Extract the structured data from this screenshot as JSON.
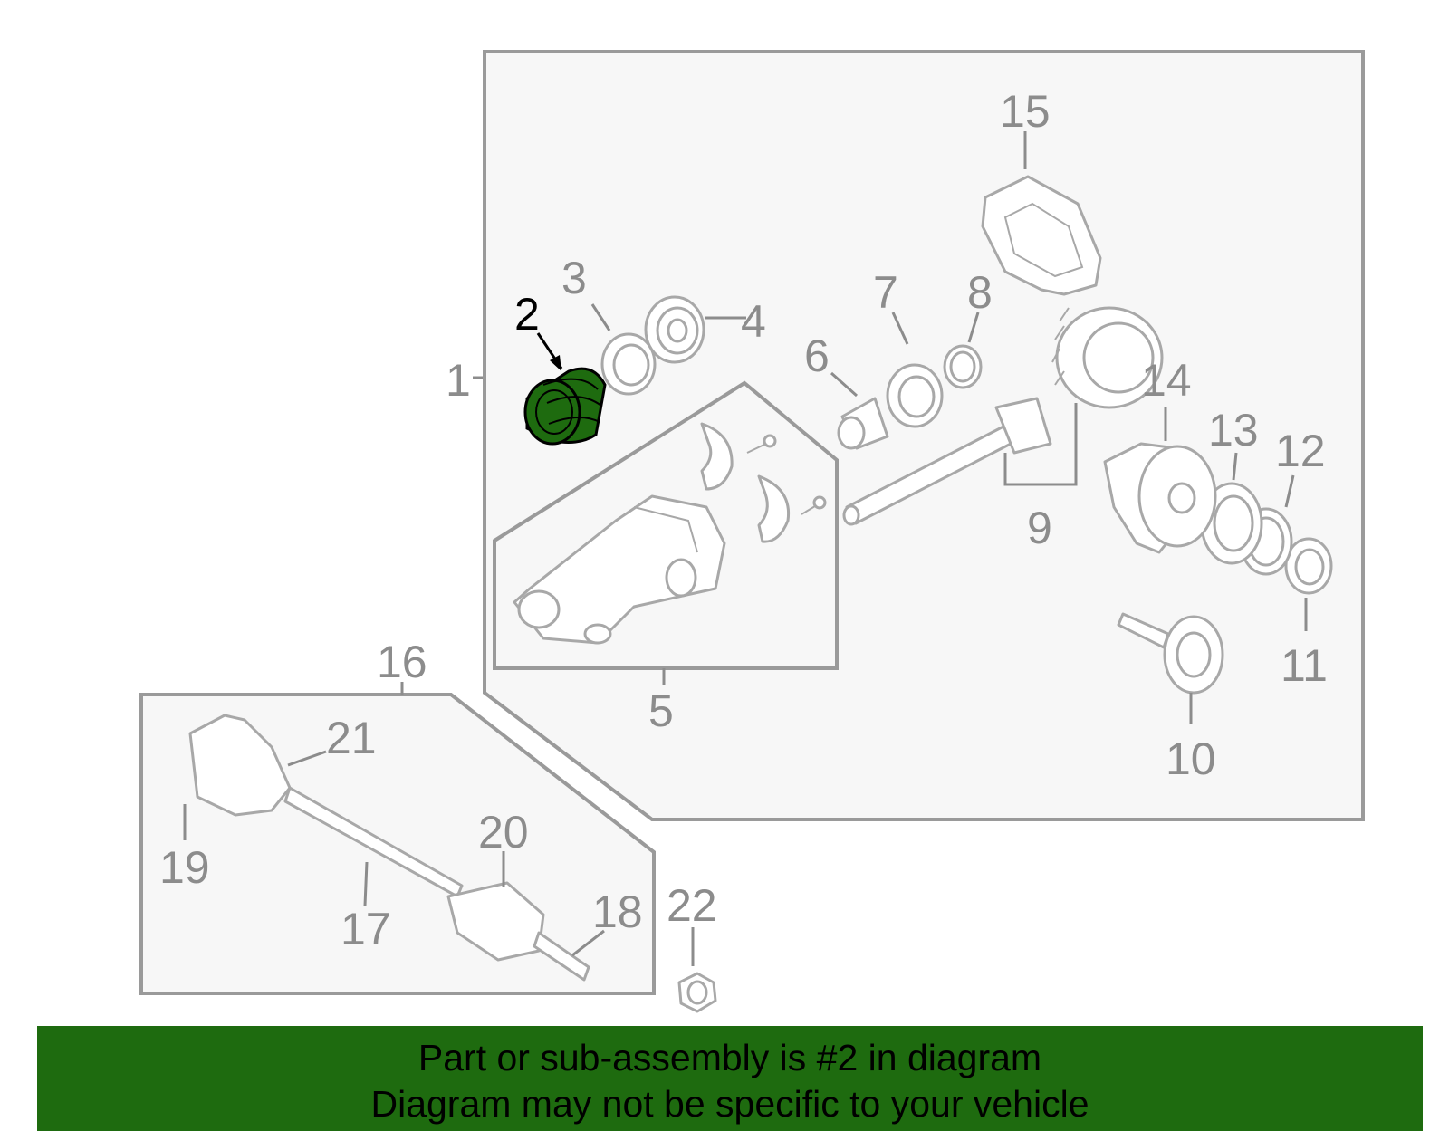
{
  "diagram": {
    "highlight_color": "#1e6b0f",
    "callouts": [
      {
        "id": "1",
        "label": "1"
      },
      {
        "id": "2",
        "label": "2",
        "highlighted": true
      },
      {
        "id": "3",
        "label": "3"
      },
      {
        "id": "4",
        "label": "4"
      },
      {
        "id": "5",
        "label": "5"
      },
      {
        "id": "6",
        "label": "6"
      },
      {
        "id": "7",
        "label": "7"
      },
      {
        "id": "8",
        "label": "8"
      },
      {
        "id": "9",
        "label": "9"
      },
      {
        "id": "10",
        "label": "10"
      },
      {
        "id": "11",
        "label": "11"
      },
      {
        "id": "12",
        "label": "12"
      },
      {
        "id": "13",
        "label": "13"
      },
      {
        "id": "14",
        "label": "14"
      },
      {
        "id": "15",
        "label": "15"
      },
      {
        "id": "16",
        "label": "16"
      },
      {
        "id": "17",
        "label": "17"
      },
      {
        "id": "18",
        "label": "18"
      },
      {
        "id": "19",
        "label": "19"
      },
      {
        "id": "20",
        "label": "20"
      },
      {
        "id": "21",
        "label": "21"
      },
      {
        "id": "22",
        "label": "22"
      }
    ]
  },
  "banner": {
    "line1": "Part or sub-assembly is #2 in diagram",
    "line2": "Diagram may not be specific to your vehicle",
    "background": "#1e6b0f"
  }
}
